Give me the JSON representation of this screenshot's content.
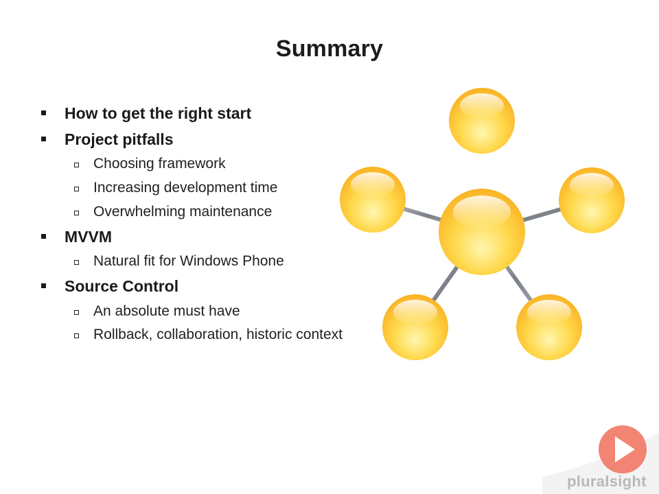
{
  "slide": {
    "title": "Summary",
    "bullets": [
      {
        "level": 1,
        "text": "How to get the right start"
      },
      {
        "level": 1,
        "text": "Project pitfalls"
      },
      {
        "level": 2,
        "text": "Choosing framework"
      },
      {
        "level": 2,
        "text": "Increasing development time"
      },
      {
        "level": 2,
        "text": "Overwhelming maintenance"
      },
      {
        "level": 1,
        "text": "MVVM"
      },
      {
        "level": 2,
        "text": "Natural fit for Windows Phone"
      },
      {
        "level": 1,
        "text": "Source Control"
      },
      {
        "level": 2,
        "text": "An absolute must have"
      },
      {
        "level": 2,
        "text": "Rollback, collaboration, historic context"
      }
    ]
  },
  "diagram": {
    "node_color": "#f9b224",
    "highlight_color": "#fff6b0",
    "connector_color": "#8a8f94",
    "outer_node_count": 5
  },
  "branding": {
    "logo_text": "pluralsight",
    "play_icon": "play-icon",
    "accent_color": "#f0705a"
  }
}
